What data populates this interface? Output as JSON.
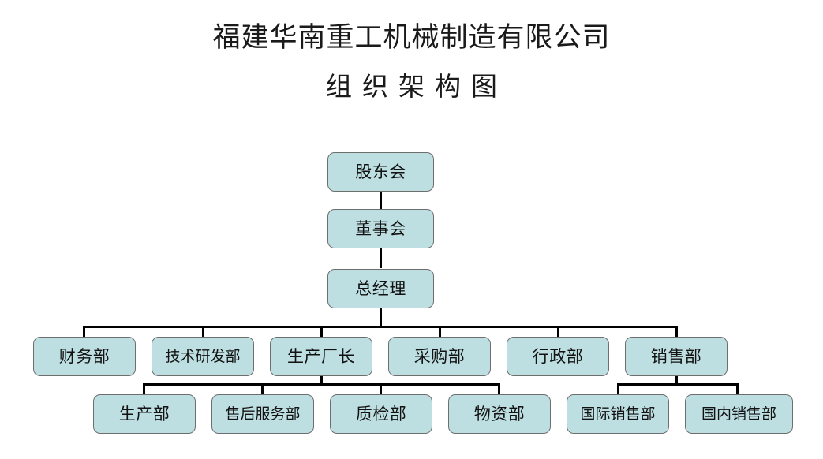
{
  "document": {
    "title_line_1": "福建华南重工机械制造有限公司",
    "title_line_2": "组织架构图",
    "background_color": "#ffffff"
  },
  "style": {
    "node_fill": "#bedfe2",
    "node_border": "#6e6e6e",
    "connector_color": "#000000",
    "text_color": "#121212"
  },
  "chart_data": {
    "type": "diagram",
    "diagram_type": "organizational-chart",
    "title": "福建华南重工机械制造有限公司 组织架构图",
    "nodes": [
      {
        "id": "shareholders",
        "label": "股东会",
        "level": 1
      },
      {
        "id": "board",
        "label": "董事会",
        "level": 2
      },
      {
        "id": "gm",
        "label": "总经理",
        "level": 3
      },
      {
        "id": "finance",
        "label": "财务部",
        "level": 4
      },
      {
        "id": "rnd",
        "label": "技术研发部",
        "level": 4
      },
      {
        "id": "plant-manager",
        "label": "生产厂长",
        "level": 4
      },
      {
        "id": "purchasing",
        "label": "采购部",
        "level": 4
      },
      {
        "id": "admin",
        "label": "行政部",
        "level": 4
      },
      {
        "id": "sales",
        "label": "销售部",
        "level": 4
      },
      {
        "id": "production",
        "label": "生产部",
        "level": 5
      },
      {
        "id": "after-sales",
        "label": "售后服务部",
        "level": 5
      },
      {
        "id": "quality",
        "label": "质检部",
        "level": 5
      },
      {
        "id": "materials",
        "label": "物资部",
        "level": 5
      },
      {
        "id": "intl-sales",
        "label": "国际销售部",
        "level": 5
      },
      {
        "id": "domestic-sales",
        "label": "国内销售部",
        "level": 5
      }
    ],
    "edges": [
      {
        "from": "shareholders",
        "to": "board"
      },
      {
        "from": "board",
        "to": "gm"
      },
      {
        "from": "gm",
        "to": "finance"
      },
      {
        "from": "gm",
        "to": "rnd"
      },
      {
        "from": "gm",
        "to": "plant-manager"
      },
      {
        "from": "gm",
        "to": "purchasing"
      },
      {
        "from": "gm",
        "to": "admin"
      },
      {
        "from": "gm",
        "to": "sales"
      },
      {
        "from": "plant-manager",
        "to": "production"
      },
      {
        "from": "plant-manager",
        "to": "after-sales"
      },
      {
        "from": "plant-manager",
        "to": "quality"
      },
      {
        "from": "plant-manager",
        "to": "materials"
      },
      {
        "from": "sales",
        "to": "intl-sales"
      },
      {
        "from": "sales",
        "to": "domestic-sales"
      }
    ]
  }
}
